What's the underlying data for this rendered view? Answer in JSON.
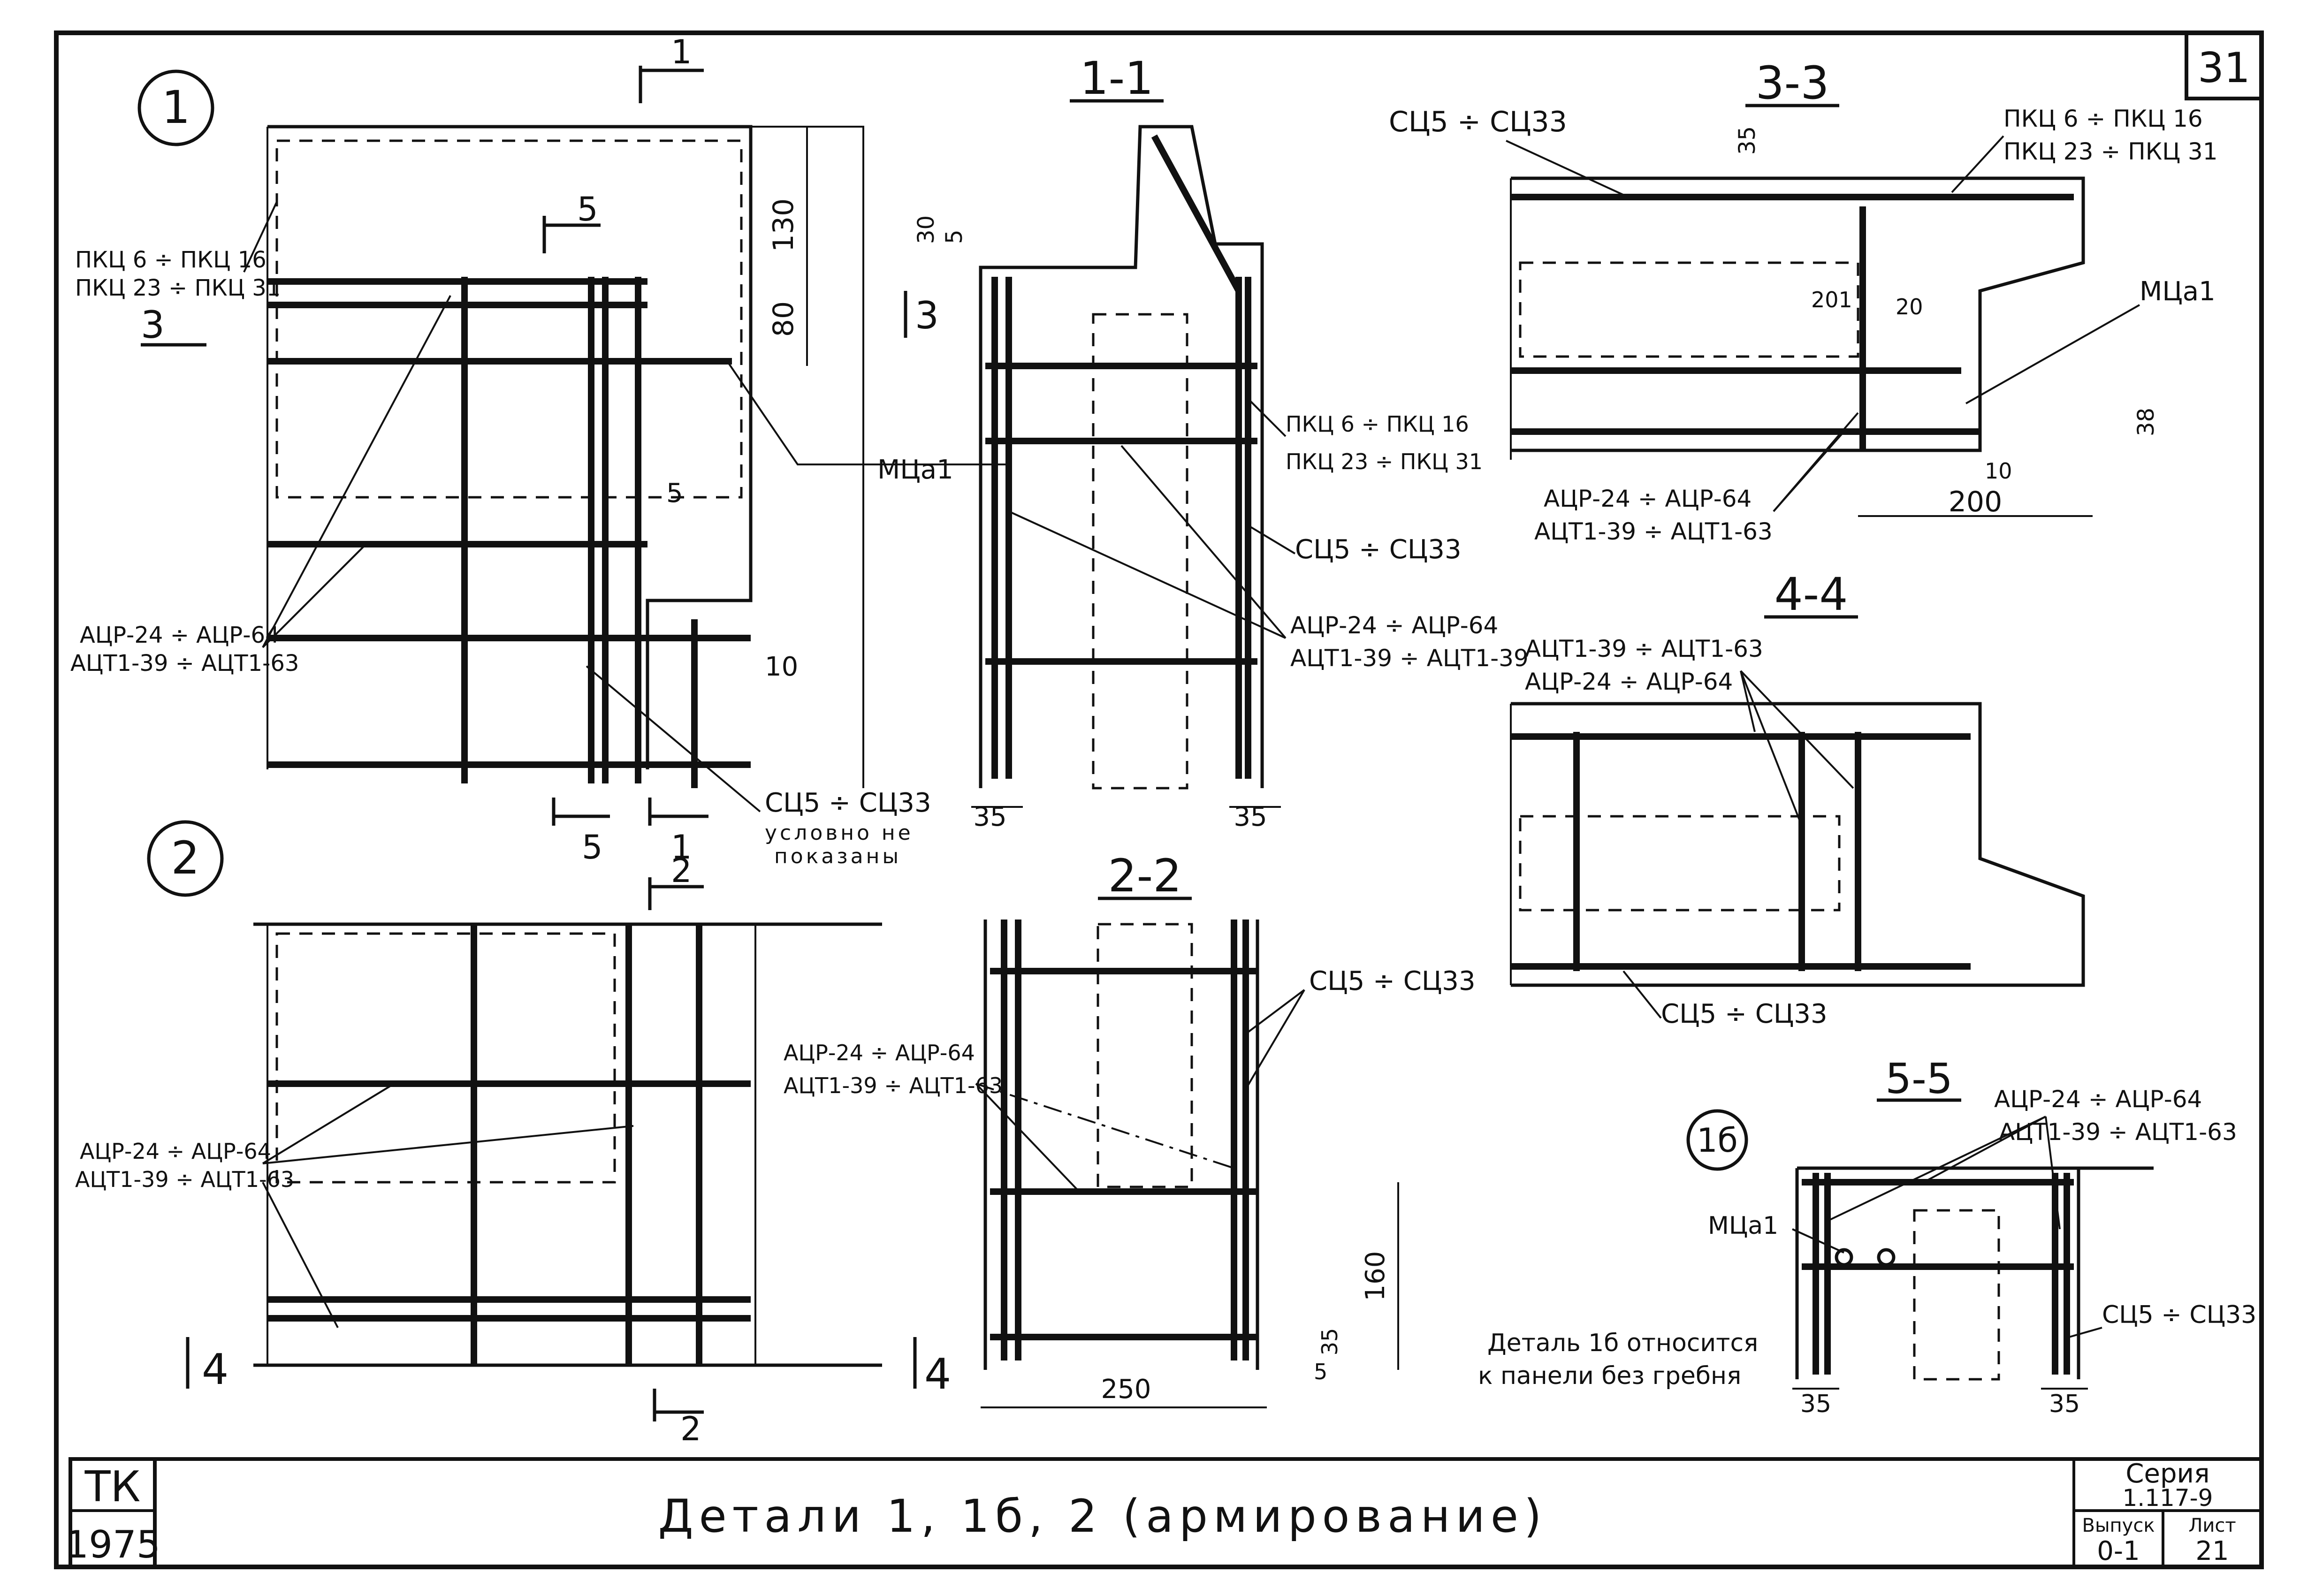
{
  "sheet": {
    "number": "31",
    "title": "Детали 1, 1б, 2 (армирование)",
    "stamp_org": "ТК",
    "stamp_year": "1975",
    "series_label": "Серия",
    "series_value": "1.117-9",
    "issue_label": "Выпуск",
    "issue_value": "0-1",
    "sheet_label": "Лист",
    "sheet_value": "21"
  },
  "details": {
    "d1": "1",
    "d2": "2",
    "d1b": "1б"
  },
  "sections": {
    "s11": "1-1",
    "s22": "2-2",
    "s33": "3-3",
    "s44": "4-4",
    "s55": "5-5"
  },
  "cut_marks": {
    "c1": "1",
    "c2": "2",
    "c3": "3",
    "c4": "4",
    "c5": "5"
  },
  "labels": {
    "pkc_a": "ПКЦ 6 ÷ ПКЦ 16",
    "pkc_b": "ПКЦ 23 ÷ ПКЦ 31",
    "acr": "АЦР-24 ÷ АЦР-64",
    "act": "АЦТ1-39 ÷ АЦТ1-63",
    "act_alt": "АЦТ1-39 ÷ АЦТ1-39",
    "sc": "СЦ5 ÷ СЦ33",
    "mca": "МЦа1",
    "not_shown_1": "условно не",
    "not_shown_2": "показаны",
    "note_1b_1": "Деталь 1б относится",
    "note_1b_2": "к панели без гребня"
  },
  "dims": {
    "d130": "130",
    "d80": "80",
    "d5": "5",
    "d10": "10",
    "d30": "30",
    "d35": "35",
    "d160": "160",
    "d250": "250",
    "d20": "20",
    "d201": "201",
    "d200": "200",
    "d38": "38"
  }
}
